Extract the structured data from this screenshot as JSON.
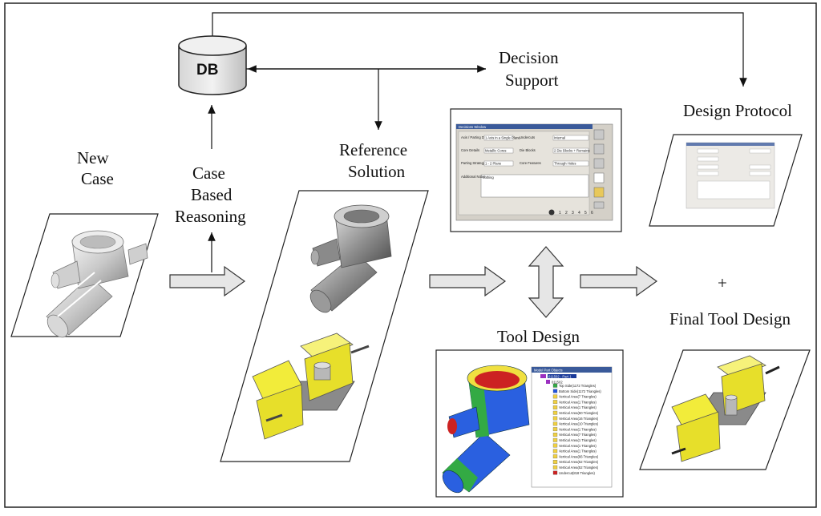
{
  "labels": {
    "db": "DB",
    "new_case": [
      "New",
      "Case"
    ],
    "cbr": [
      "Case",
      "Based",
      "Reasoning"
    ],
    "reference_solution": [
      "Reference",
      "Solution"
    ],
    "decision_support": [
      "Decision",
      "Support"
    ],
    "design_protocol": "Design Protocol",
    "tool_design": "Tool Design",
    "plus": "+",
    "final_tool_design": "Final Tool Design"
  },
  "decision_window": {
    "title": "Decisions Window",
    "rows": [
      {
        "label": "Axis / Parting Description:",
        "value": "1 Axis in a Single Plane",
        "label2": "Undercuts",
        "value2": "Internal"
      },
      {
        "label": "Core Details",
        "value": "Metallic Cores",
        "label2": "Die Blocks",
        "value2": "2 Die Blocks + Remains"
      },
      {
        "label": "Parting Strategy",
        "value": "1 - 2 Plane",
        "label2": "Core Features",
        "value2": "Through Holes"
      }
    ],
    "notes_label": "Additional Notes",
    "notes_value": "nothing",
    "pages": [
      "1",
      "2",
      "3",
      "4",
      "5",
      "6"
    ]
  },
  "model_tree": {
    "title": "Model Part Objects",
    "root": "011502 - Part 1",
    "child": "011502",
    "items": [
      "Top Side(1172 Triangles)",
      "Bottom Side(1172 Triangles)",
      "Vertical Area(7 Triangles)",
      "Vertical Area(1 Triangles)",
      "Vertical Area(1 Triangles)",
      "Vertical Area(50 Triangles)",
      "Vertical Area(16 Triangles)",
      "Vertical Area(10 Triangles)",
      "Vertical Area(1 Triangles)",
      "Vertical Area(7 Triangles)",
      "Vertical Area(1 Triangles)",
      "Vertical Area(1 Triangles)",
      "Vertical Area(1 Triangles)",
      "Vertical Area(66 Triangles)",
      "Vertical Area(52 Triangles)",
      "Vertical Area(52 Triangles)",
      "Undercut(818 Triangles)"
    ]
  },
  "colors": {
    "arrow_fill": "#e6e6e6",
    "yellow_block": "#f2ec3a",
    "part_gray": "#a8a8a8",
    "window_bg": "#d4d0c8",
    "title_blue": "#0a246a",
    "red": "#cc2222",
    "green": "#33aa44",
    "blue": "#2255dd"
  }
}
